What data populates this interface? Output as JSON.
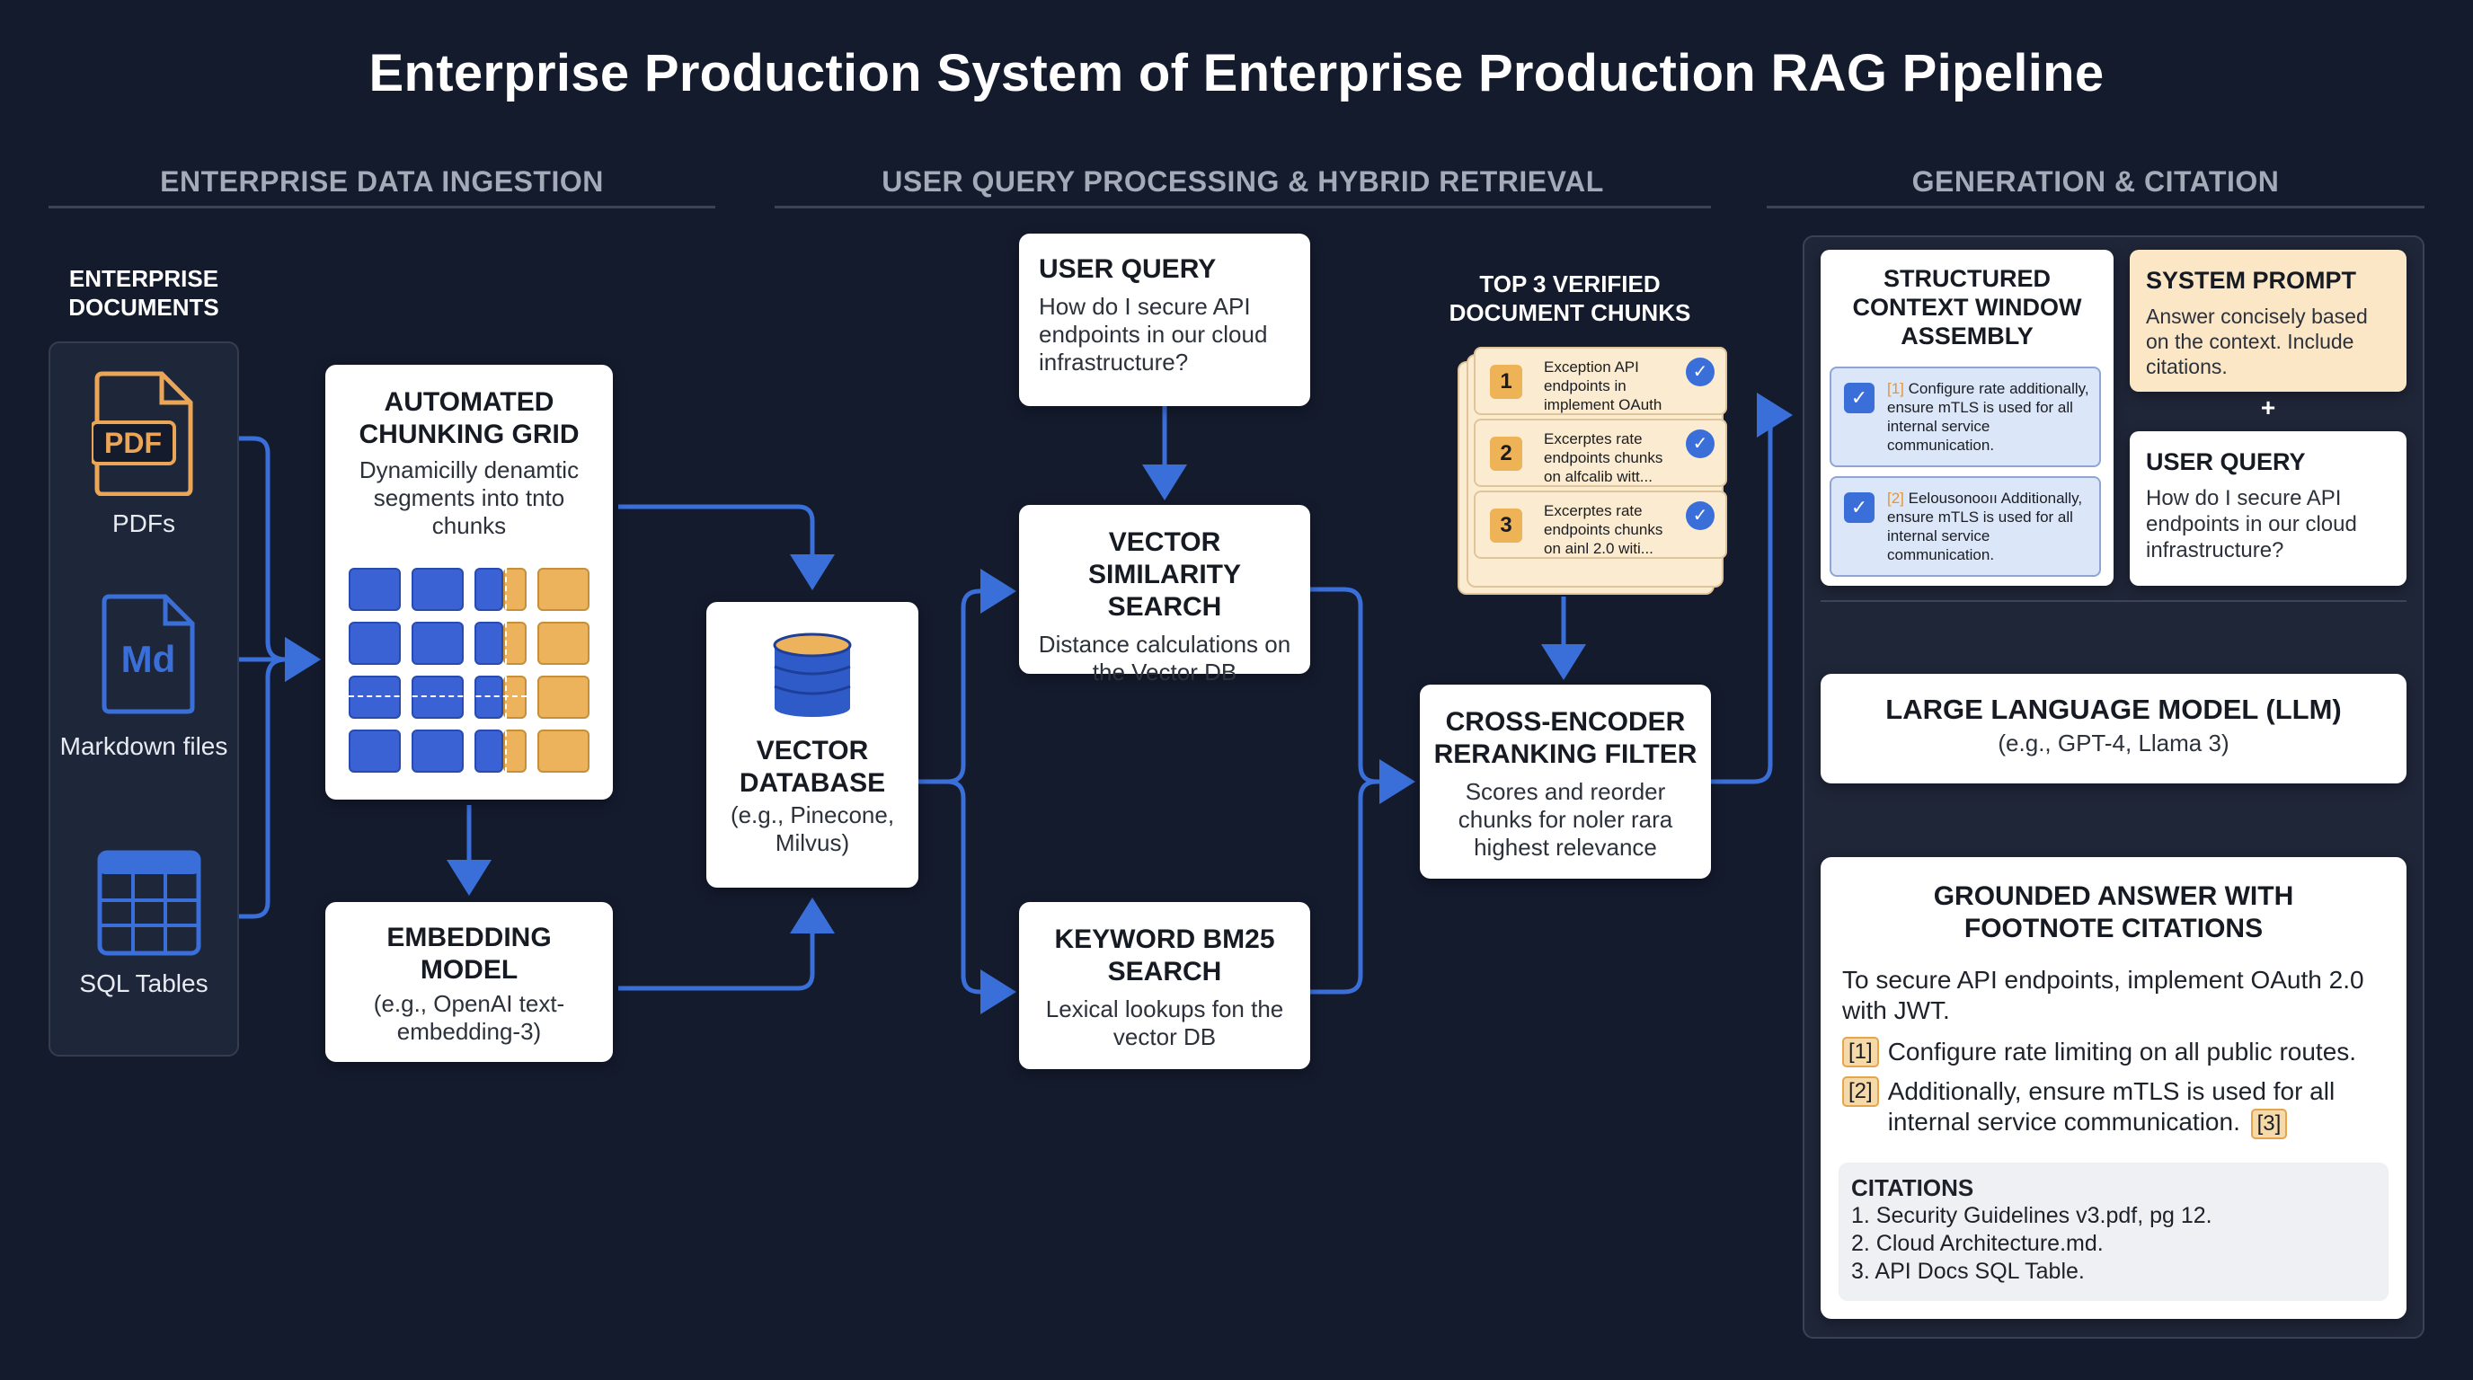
{
  "title": "Enterprise Production System of Enterprise Production RAG Pipeline",
  "sections": {
    "ingestion": "ENTERPRISE DATA INGESTION",
    "retrieval": "USER QUERY PROCESSING & HYBRID RETRIEVAL",
    "generation": "GENERATION & CITATION"
  },
  "colors": {
    "background": "#141b2d",
    "arrow": "#3a6fd9",
    "accent_orange": "#ecb35c",
    "accent_blue": "#3a62d4"
  },
  "documents": {
    "heading": [
      "ENTERPRISE",
      "DOCUMENTS"
    ],
    "items": [
      {
        "icon": "pdf-file-icon",
        "badge": "PDF",
        "label": "PDFs"
      },
      {
        "icon": "markdown-file-icon",
        "badge": "Md",
        "label": "Markdown files"
      },
      {
        "icon": "sql-table-icon",
        "label": "SQL Tables"
      }
    ]
  },
  "chunking": {
    "title": "AUTOMATED CHUNKING GRID",
    "desc": "Dynamicilly denamtic segments into tnto chunks"
  },
  "embedding": {
    "title": "EMBEDDING MODEL",
    "desc": "(e.g., OpenAI text-embedding-3)"
  },
  "vector_db": {
    "title": "VECTOR DATABASE",
    "desc": "(e.g., Pinecone, Milvus)",
    "icon": "database-icon"
  },
  "user_query": {
    "title": "USER QUERY",
    "text": "How do I secure API endpoints in our cloud infrastructure?"
  },
  "vector_search": {
    "title": "VECTOR SIMILARITY SEARCH",
    "desc": "Distance calculations on the Vector DB"
  },
  "keyword_search": {
    "title": "KEYWORD BM25 SEARCH",
    "desc": "Lexical lookups fon the vector DB"
  },
  "top_chunks": {
    "heading": "TOP 3 VERIFIED DOCUMENT CHUNKS",
    "items": [
      {
        "num": "1",
        "text": "Exception API endpoints in implement OAuth"
      },
      {
        "num": "2",
        "text": "Excerptes rate endpoints chunks on alfcalib witt..."
      },
      {
        "num": "3",
        "text": "Excerptes rate endpoints chunks on ainl 2.0 witi..."
      }
    ]
  },
  "reranker": {
    "title": "CROSS-ENCODER RERANKING FILTER",
    "desc": "Scores and reorder chunks for noler rara highest relevance"
  },
  "context_window": {
    "title": "STRUCTURED CONTEXT WINDOW ASSEMBLY",
    "items": [
      {
        "tag": "[1]",
        "text": "Configure rate additionally, ensure mTLS is used for all internal service communication."
      },
      {
        "tag": "[2]",
        "text": "Eelousonooıı Additionally, ensure mTLS is used for all internal service communication."
      }
    ]
  },
  "system_prompt": {
    "title": "SYSTEM PROMPT",
    "text": "Answer concisely based on the context. Include citations."
  },
  "plus": "+",
  "query_copy": {
    "title": "USER QUERY",
    "text": "How do I secure API endpoints in our cloud infrastructure?"
  },
  "llm": {
    "title": "LARGE LANGUAGE MODEL (LLM)",
    "desc": "(e.g., GPT-4, Llama 3)"
  },
  "answer": {
    "title": "GROUNDED ANSWER WITH FOOTNOTE CITATIONS",
    "intro": "To secure API endpoints, implement OAuth 2.0 with JWT.",
    "points": [
      {
        "tag": "[1]",
        "text": "Configure rate limiting on all public routes."
      },
      {
        "tag": "[2]",
        "text": "Additionally, ensure mTLS is used for all internal service communication.",
        "trail": "[3]"
      }
    ],
    "citations_title": "CITATIONS",
    "citations": [
      "1. Security Guidelines v3.pdf, pg 12.",
      "2. Cloud Architecture.md.",
      "3. API Docs SQL Table."
    ]
  }
}
